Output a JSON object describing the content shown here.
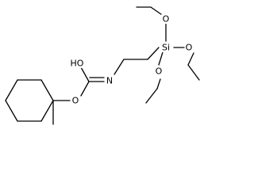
{
  "molecule": {
    "atoms": {
      "hydroxyl": "HO",
      "nitrogen": "N",
      "ester_oxygen": "O",
      "silicon": "Si",
      "silicon_oxygen_top": "O",
      "silicon_oxygen_right": "O",
      "silicon_oxygen_bottom": "O"
    }
  }
}
